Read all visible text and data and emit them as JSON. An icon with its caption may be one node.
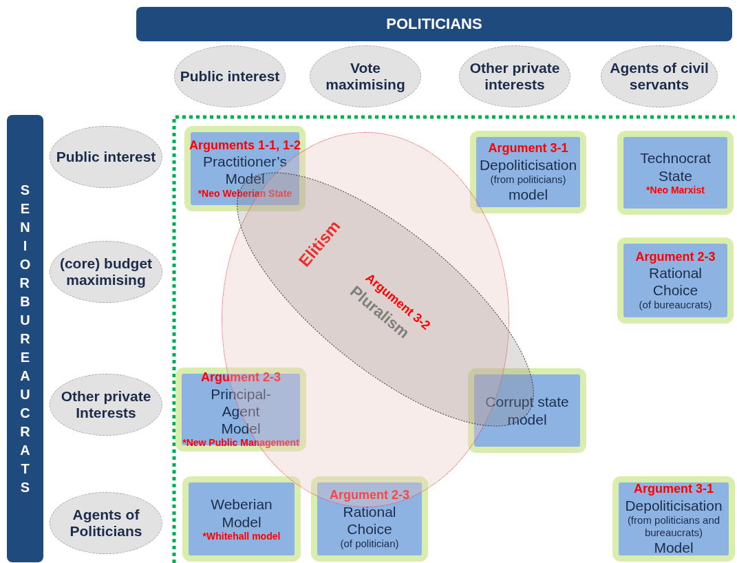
{
  "diagram": {
    "nodes": [
      {
        "text": [
          "POLITICIANS"
        ]
      },
      {
        "text": [
          "Public interest"
        ]
      },
      {
        "text": [
          "Vote maximising"
        ]
      },
      {
        "text": [
          "Other private interests"
        ]
      },
      {
        "text": [
          "Agents of civil servants"
        ]
      },
      {
        "text": [
          "SENIOR BUREAUCRATS"
        ]
      },
      {
        "text": [
          "Public interest"
        ]
      },
      {
        "text": [
          "(core) budget maximising"
        ]
      },
      {
        "text": [
          "Other private Interests"
        ]
      },
      {
        "text": [
          "Agents of Politicians"
        ]
      },
      {
        "text": [],
        "shape": "circle"
      },
      {
        "text": [
          "Elitism",
          "Argument 3-2",
          "Pluralism"
        ]
      },
      {
        "text": [
          "Arguments 1-1, 1-2",
          "Practitioner’s Model",
          "*Neo Weberian State"
        ]
      },
      {
        "text": [
          "Argument 3-1",
          "Depoliticisation",
          "(from politicians)",
          "model"
        ]
      },
      {
        "text": [
          "Technocrat State",
          "*Neo Marxist"
        ]
      },
      {
        "text": [
          "Argument 2-3",
          "Rational Choice",
          "(of bureaucrats)"
        ]
      },
      {
        "text": [
          "Argument 2-3",
          "Principal-Agent Model",
          "*New Public Management"
        ]
      },
      {
        "text": [
          "Corrupt state model"
        ]
      },
      {
        "text": [
          "Weberian Model",
          "*Whitehall model"
        ]
      },
      {
        "text": [
          "Argument 2-3",
          "Rational Choice",
          "(of politician)"
        ]
      },
      {
        "text": [
          "Argument 3-1",
          "Depoliticisation",
          "(from politicians and bureaucrats)",
          "Model"
        ]
      }
    ]
  }
}
